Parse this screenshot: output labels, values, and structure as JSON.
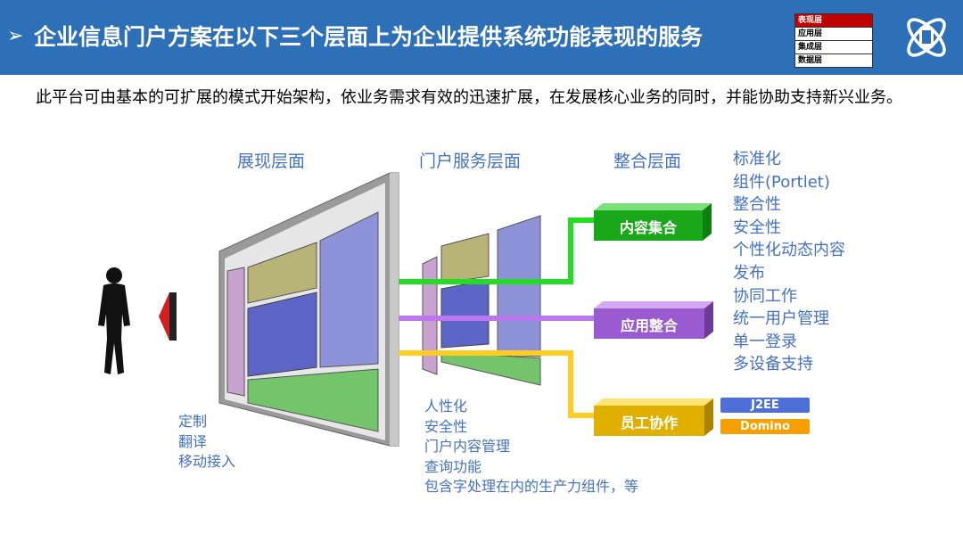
{
  "header": {
    "title": "企业信息门户方案在以下三个层面上为企业提供系统功能表现的服务",
    "layer_legend": [
      "表现层",
      "应用层",
      "集成层",
      "数据层"
    ],
    "colors": {
      "bar": "#2e70b8",
      "active_layer": "#c00000"
    }
  },
  "intro": "此平台可由基本的可扩展的模式开始架构，依业务需求有效的迅速扩展，在发展核心业务的同时，并能协助支持新兴业务。",
  "diagram": {
    "section_labels": {
      "presentation": "展现层面",
      "portal": "门户服务层面",
      "integration": "整合层面"
    },
    "left_list": [
      "定制",
      "翻译",
      "移动接入"
    ],
    "middle_list": [
      "人性化",
      "安全性",
      "门户内容管理",
      "查询功能",
      "包含字处理在内的生产力组件，等"
    ],
    "right_list": [
      "标准化",
      "组件(Portlet)",
      "整合性",
      "安全性",
      "个性化动态内容",
      "发布",
      "协同工作",
      "统一用户管理",
      "单一登录",
      "多设备支持"
    ],
    "boxes": [
      {
        "label": "内容集合",
        "color": "#22bb22"
      },
      {
        "label": "应用整合",
        "color": "#a35fd1"
      },
      {
        "label": "员工协作",
        "color": "#e8b400"
      }
    ],
    "tags": [
      {
        "label": "J2EE",
        "color": "#4f6fd8"
      },
      {
        "label": "Domino",
        "color": "#f5a000"
      }
    ]
  }
}
